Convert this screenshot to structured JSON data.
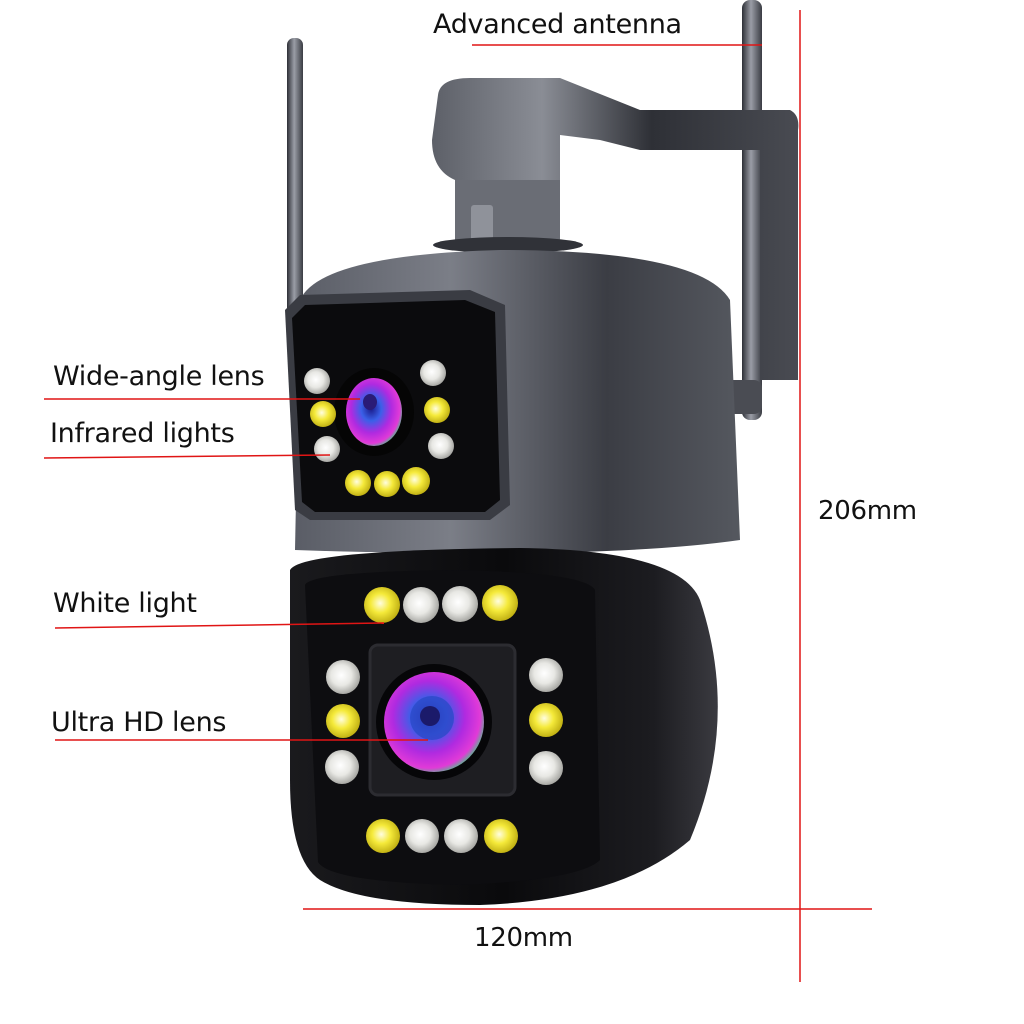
{
  "product": {
    "type": "dual-lens PTZ security camera",
    "colors": {
      "body_gray": "#4a4d55",
      "face_black": "#0b0b0d",
      "callout_red": "#e01515",
      "led_yellow": "#f2e520",
      "led_white": "#f0f0ee"
    }
  },
  "callouts": [
    {
      "id": "antenna",
      "label": "Advanced antenna"
    },
    {
      "id": "wide_lens",
      "label": "Wide-angle lens"
    },
    {
      "id": "infrared",
      "label": "Infrared lights"
    },
    {
      "id": "white_light",
      "label": "White light"
    },
    {
      "id": "uhd_lens",
      "label": "Ultra HD lens"
    }
  ],
  "dimensions": {
    "height": "206mm",
    "width": "120mm"
  }
}
